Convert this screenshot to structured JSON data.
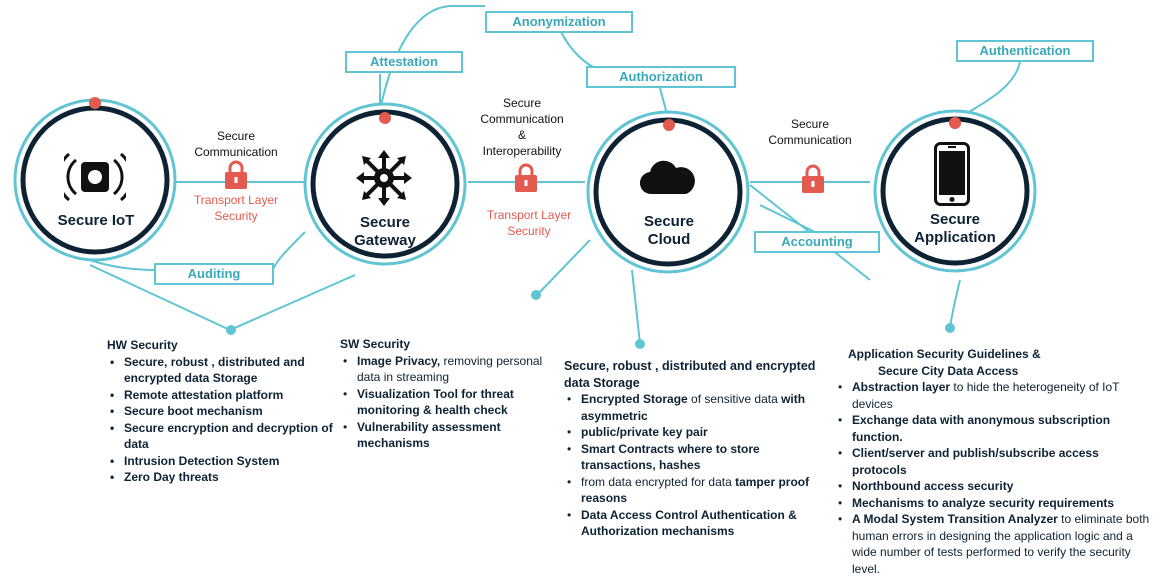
{
  "colors": {
    "teal": "#5fc4d3",
    "navy": "#0d2233",
    "red": "#e35b4f"
  },
  "nodes": {
    "iot": {
      "title": "Secure IoT",
      "icon": "iot-chip-icon"
    },
    "gateway": {
      "line1": "Secure",
      "line2": "Gateway",
      "icon": "gateway-hub-icon"
    },
    "cloud": {
      "line1": "Secure",
      "line2": "Cloud",
      "icon": "cloud-icon"
    },
    "app": {
      "line1": "Secure",
      "line2": "Application",
      "icon": "smartphone-icon"
    }
  },
  "tags": {
    "anonymization": "Anonymization",
    "attestation": "Attestation",
    "authorization": "Authorization",
    "authentication": "Authentication",
    "auditing": "Auditing",
    "accounting": "Accounting"
  },
  "connections": {
    "c1": {
      "top1": "Secure",
      "top2": "Communication",
      "bottom1": "Transport Layer",
      "bottom2": "Security"
    },
    "c2": {
      "top1": "Secure",
      "top2": "Communication",
      "top3": "&",
      "top4": "Interoperability",
      "bottom1": "Transport Layer",
      "bottom2": "Security"
    },
    "c3": {
      "top1": "Secure",
      "top2": "Communication"
    }
  },
  "hw": {
    "title": "HW Security",
    "items": [
      "Secure, robust , distributed and encrypted data Storage",
      "Remote attestation platform",
      "Secure boot mechanism",
      "Secure encryption and  decryption of data",
      "Intrusion Detection System",
      "Zero Day threats"
    ]
  },
  "sw": {
    "title": "SW Security",
    "i1_bold": "Image Privacy,",
    "i1_rest": " removing personal data in streaming",
    "i2": "Visualization Tool for threat monitoring & health check",
    "i3": "Vulnerability assessment mechanisms"
  },
  "cloud_sec": {
    "title": "Secure, robust , distributed and encrypted data Storage",
    "i1_b1": "Encrypted Storage",
    "i1_mid": " of sensitive data ",
    "i1_b2": "with asymmetric",
    "i2": "public/private key pair",
    "i3": "Smart Contracts where to store transactions, hashes",
    "i4_rest": "from data encrypted for data ",
    "i4_b": "tamper proof reasons",
    "i5": " Data Access Control Authentication & Authorization mechanisms"
  },
  "app_sec": {
    "title1": "Application Security Guidelines &",
    "title2": "Secure City Data Access",
    "i1_b": "Abstraction layer",
    "i1_rest": " to hide the heterogeneity of IoT devices",
    "i2": "Exchange data with anonymous subscription function.",
    "i3": "Client/server and publish/subscribe access protocols",
    "i4": "Northbound access security",
    "i5": "Mechanisms to analyze security requirements",
    "i6_b": "A  Modal System Transition Analyzer",
    "i6_rest": " to eliminate both human errors in designing the application logic and a wide number of tests performed to verify the security level."
  }
}
